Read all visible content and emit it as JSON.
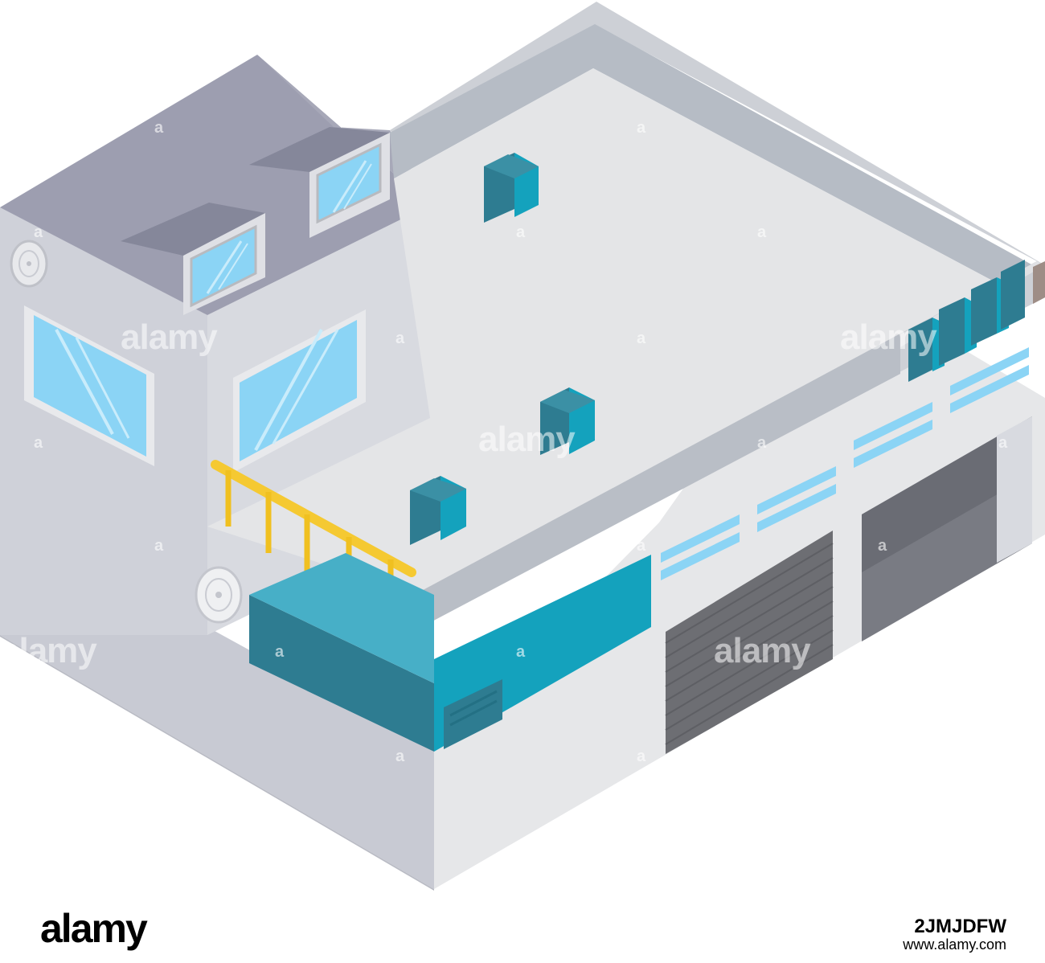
{
  "watermark": {
    "brand": "alamy",
    "corner_mark": "a"
  },
  "footer": {
    "logo": "alamy",
    "image_id": "2JMJDFW",
    "url": "www.alamy.com"
  },
  "colors": {
    "wall_light": "#e5e6e8",
    "wall_mid": "#cfd1d8",
    "wall_dark": "#c5c7d0",
    "roof_flat": "#e3e4e6",
    "parapet": "#b7bcc5",
    "roof_slope": "#9c9dae",
    "glass": "#8bd4f5",
    "teal": "#2e7c91",
    "teal_light": "#14a2bd",
    "rail": "#f5c932",
    "garage_door": "#6d6e73"
  },
  "icons": [
    "ventilation-fan-icon",
    "air-conditioner-icon",
    "dormer-window-icon"
  ]
}
